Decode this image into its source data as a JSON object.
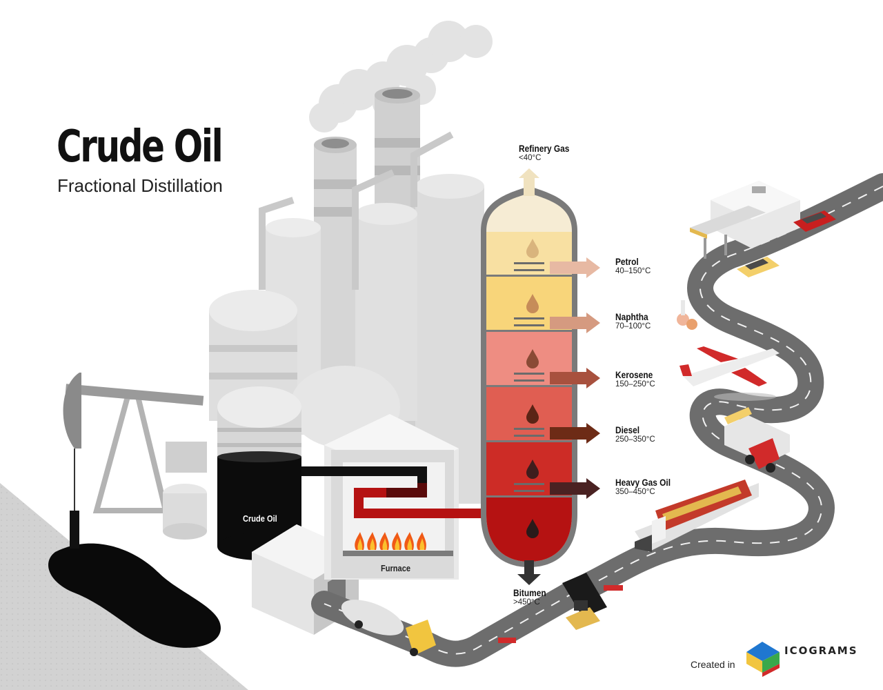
{
  "title": "Crude Oil",
  "subtitle": "Fractional Distillation",
  "column": {
    "fractions": [
      {
        "name": "Refinery Gas",
        "temp": "<40°C",
        "color": "#f6ecd4"
      },
      {
        "name": "Petrol",
        "temp": "40–150°C",
        "color": "#f8e0a2",
        "arrow": "#e7b9a3"
      },
      {
        "name": "Naphtha",
        "temp": "70–100°C",
        "color": "#f8d57a",
        "arrow": "#d59a80"
      },
      {
        "name": "Kerosene",
        "temp": "150–250°C",
        "color": "#ee8d82",
        "arrow": "#a8513e"
      },
      {
        "name": "Diesel",
        "temp": "250–350°C",
        "color": "#e05e52",
        "arrow": "#6d2b16"
      },
      {
        "name": "Heavy Gas Oil",
        "temp": "350–450°C",
        "color": "#cd2c26",
        "arrow": "#4a2222"
      },
      {
        "name": "Bitumen",
        "temp": ">450°C",
        "color": "#b51212"
      }
    ]
  },
  "tank_label": "Crude Oil",
  "furnace_label": "Furnace",
  "credit": {
    "prefix": "Created in",
    "brand": "ICOGRAMS"
  },
  "colors": {
    "pipe_dark": "#111111",
    "pipe_red": "#b51212",
    "building_grey": "#d8d8d8",
    "road": "#6d6d6d",
    "ground": "#d4d4d4"
  }
}
